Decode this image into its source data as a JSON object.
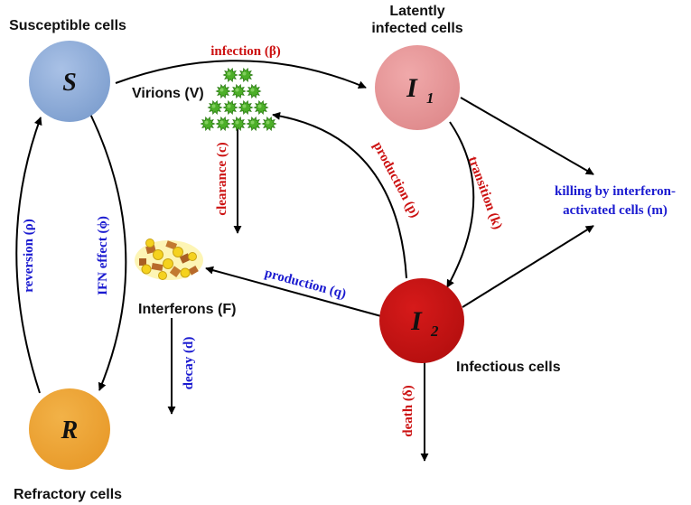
{
  "colors": {
    "susceptible": "#7e9fcf",
    "latent": "#df8a8c",
    "infectious": "#b50f0f",
    "refractory": "#e89a2a",
    "virion": "#4caf28",
    "rate_red": "#cc1111",
    "rate_blue": "#1a1ad0"
  },
  "nodes": {
    "S": {
      "symbol": "S",
      "caption": "Susceptible cells"
    },
    "I1": {
      "symbol": "I",
      "subscript": "1",
      "caption_line1": "Latently",
      "caption_line2": "infected cells"
    },
    "I2": {
      "symbol": "I",
      "subscript": "2",
      "caption": "Infectious cells"
    },
    "R": {
      "symbol": "R",
      "caption": "Refractory cells"
    }
  },
  "species": {
    "virions": "Virions (V)",
    "interferons": "Interferons (F)"
  },
  "rates": {
    "infection": "infection (β)",
    "clearance": "clearance (c)",
    "transition": "transition (k)",
    "production_virus": "production (p)",
    "production_ifn": "production (q)",
    "killing_line1": "killing by interferon-",
    "killing_line2": "activated cells (m)",
    "ifn_effect": "IFN effect (ϕ)",
    "reversion": "reversion (ρ)",
    "decay": "decay (d)",
    "death": "death (δ)"
  }
}
